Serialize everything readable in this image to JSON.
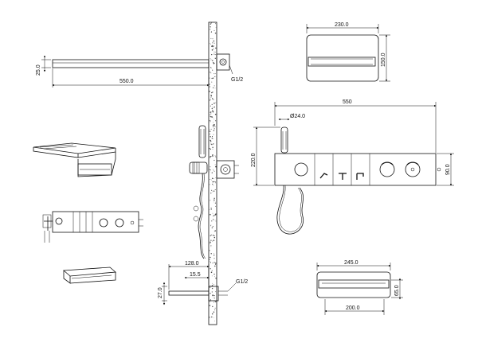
{
  "dimensions": {
    "arm_height": "25.0",
    "arm_length": "550.0",
    "arm_thread": "G1/2",
    "head_width": "230.0",
    "head_depth": "150.0",
    "panel_width": "550",
    "hand_shower_dia": "Ø24.0",
    "panel_height_total": "220.0",
    "panel_height": "90.0",
    "spout_length": "128.0",
    "spout_offset": "15.5",
    "spout_height": "27.0",
    "spout_thread": "G1/2",
    "box_width": "245.0",
    "box_inner_width": "200.0",
    "box_height": "65.0"
  },
  "colors": {
    "line": "#111111",
    "background": "#ffffff",
    "wall_speckle": "#444444"
  }
}
